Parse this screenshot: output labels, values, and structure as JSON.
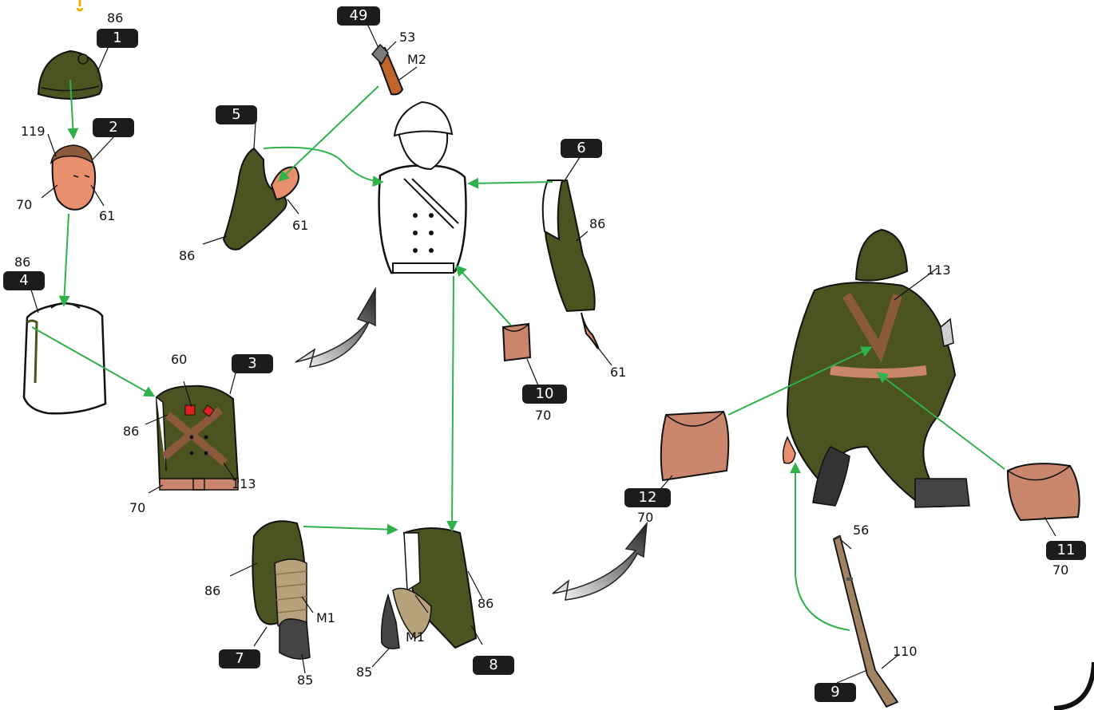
{
  "parts": [
    {
      "id": "1",
      "color_codes": [
        "86"
      ]
    },
    {
      "id": "2",
      "color_codes": [
        "119",
        "70",
        "61"
      ]
    },
    {
      "id": "3",
      "color_codes": [
        "60",
        "86",
        "113",
        "70"
      ]
    },
    {
      "id": "4",
      "color_codes": [
        "86"
      ]
    },
    {
      "id": "5",
      "color_codes": [
        "61",
        "86"
      ]
    },
    {
      "id": "6",
      "color_codes": [
        "86",
        "61"
      ]
    },
    {
      "id": "7",
      "color_codes": [
        "86",
        "M1",
        "85"
      ]
    },
    {
      "id": "8",
      "color_codes": [
        "86",
        "M1",
        "85"
      ]
    },
    {
      "id": "9",
      "color_codes": [
        "56",
        "110"
      ]
    },
    {
      "id": "10",
      "color_codes": [
        "70"
      ]
    },
    {
      "id": "11",
      "color_codes": [
        "70"
      ]
    },
    {
      "id": "12",
      "color_codes": [
        "70"
      ]
    },
    {
      "id": "49",
      "color_codes": [
        "53",
        "M2"
      ]
    }
  ],
  "assembled_color_codes": [
    "113"
  ],
  "colors": {
    "uniform_green": "#4b5320",
    "arrow_green": "#2fb24a",
    "leather_brown": "#8b5a3c",
    "skin": "#e8906e",
    "pouch": "#c9866c",
    "puttee": "#b8a27c",
    "boot": "#444444",
    "badge_bg": "#1c1c1c"
  }
}
